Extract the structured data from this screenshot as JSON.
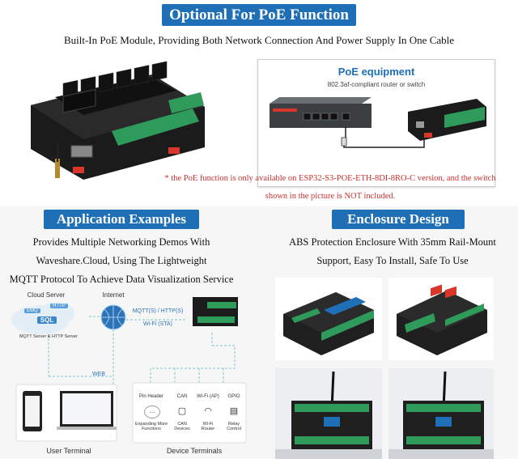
{
  "header": {
    "banner": "Optional For PoE Function",
    "subtitle": "Built-In PoE Module, Providing Both Network Connection And Power Supply In One Cable"
  },
  "poe_card": {
    "title": "PoE equipment",
    "subtitle": "802.3af-compliant router or switch"
  },
  "note": "* the PoE function is only available on ESP32-S3-POE-ETH-8DI-8RO-C version, and the switch shown in the picture is NOT included.",
  "application": {
    "banner": "Application Examples",
    "lines": [
      "Provides Multiple Networking Demos With",
      "Waveshare.Cloud, Using The Lightweight",
      "MQTT Protocol To Achieve Data Visualization Service"
    ],
    "diagram": {
      "cloud_server": "Cloud Server",
      "internet": "Internet",
      "protocol": "MQTT(S) / HTTP(S)",
      "wifi_sta": "Wi-Fi (STA)",
      "cloud_badges": [
        "EMQ",
        "HTTP",
        "SQL"
      ],
      "server_caption": "MQTT Server & HTTP Server",
      "web": "WEB",
      "user_terminal": "User Terminal",
      "device_terminals": "Device Terminals",
      "devices": [
        {
          "top": "Pin Header",
          "bottom": "Expanding More Functions",
          "icon": "…"
        },
        {
          "top": "CAN",
          "bottom": "CAN Devices",
          "icon": "▢"
        },
        {
          "top": "Wi-Fi (AP)",
          "bottom": "Wi-Fi Router",
          "icon": "◠"
        },
        {
          "top": "GPIO",
          "bottom": "Relay Control",
          "icon": "▤"
        }
      ]
    }
  },
  "enclosure": {
    "banner": "Enclosure Design",
    "lines": [
      "ABS Protection Enclosure With 35mm Rail-Mount",
      "Support, Easy To Install, Safe To Use"
    ]
  },
  "colors": {
    "banner_bg": "#1e6fb6",
    "note": "#c8322f",
    "terminal_green": "#2e9b5a",
    "pcb": "#1b1b1b",
    "clip": "#d9362b"
  }
}
